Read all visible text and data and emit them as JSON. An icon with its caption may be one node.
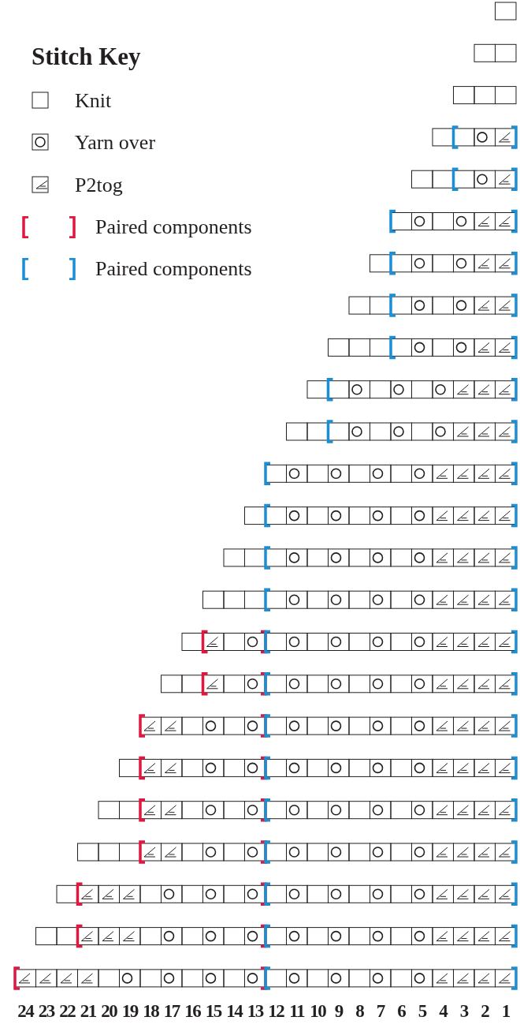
{
  "diagram": {
    "title": "Stitch Key",
    "legend": [
      {
        "text": "Knit"
      },
      {
        "text": "Yarn over"
      },
      {
        "text": "P2tog"
      },
      {
        "text": "Paired components"
      },
      {
        "text": "Paired components"
      }
    ],
    "labels": [
      "24",
      "23",
      "22",
      "21",
      "20",
      "19",
      "18",
      "17",
      "16",
      "15",
      "14",
      "13",
      "12",
      "11",
      "10",
      "9",
      "8",
      "7",
      "6",
      "5",
      "4",
      "3",
      "2",
      "1"
    ]
  }
}
